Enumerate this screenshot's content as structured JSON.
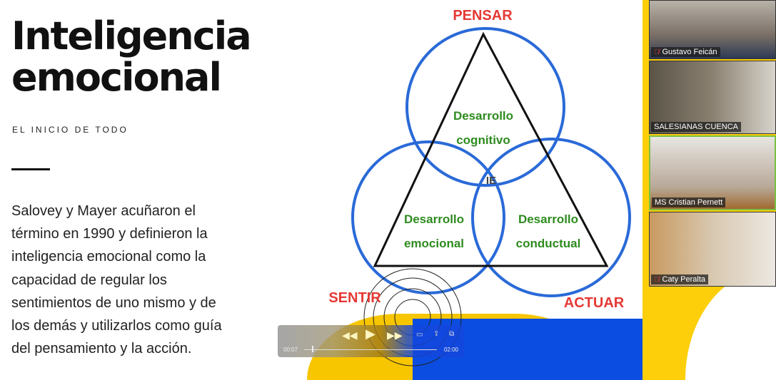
{
  "slide": {
    "title_line1": "Inteligencia",
    "title_line2": "emocional",
    "subtitle": "EL INICIO DE TODO",
    "body": "Salovey y Mayer acuñaron el término en 1990 y definieron la inteligencia emocional como la capacidad de regular los sentimientos de uno mismo y de los demás y utilizarlos como guía del pensamiento y la acción."
  },
  "diagram": {
    "top_label": "PENSAR",
    "left_label": "SENTIR",
    "right_label": "ACTUAR",
    "top_circle_l1": "Desarrollo",
    "top_circle_l2": "cognitivo",
    "left_circle_l1": "Desarrollo",
    "left_circle_l2": "emocional",
    "right_circle_l1": "Desarrollo",
    "right_circle_l2": "conductual",
    "center": "IE"
  },
  "player": {
    "current": "00:07",
    "total": "02:00",
    "progress": 0.06
  },
  "participants": [
    {
      "name": "Gustavo Feicán",
      "muted": true
    },
    {
      "name": "SALESIANAS CUENCA",
      "muted": false
    },
    {
      "name": "MS Cristian Pernett",
      "muted": false
    },
    {
      "name": "Caty Peralta",
      "muted": true
    }
  ],
  "colors": {
    "yellow": "#fccf0a",
    "blue": "#0b4de0",
    "red": "#e53935",
    "green": "#2e8b1f",
    "circle": "#2a6ad8"
  }
}
